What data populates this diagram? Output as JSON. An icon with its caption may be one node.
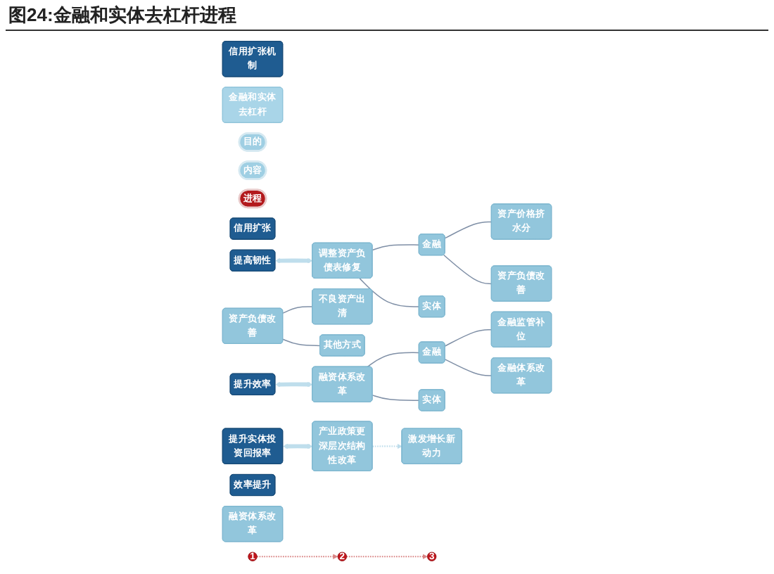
{
  "diagram": {
    "title": "图24:金融和实体去杠杆进程",
    "nodes": [
      {
        "text": [
          "信用扩张机制"
        ]
      },
      {
        "text": [
          "金融和实体去杠杆"
        ]
      },
      {
        "text": [
          "目的"
        ]
      },
      {
        "text": [
          "内容"
        ]
      },
      {
        "text": [
          "进程"
        ]
      },
      {
        "text": [
          "信用扩张"
        ]
      },
      {
        "text": [
          "提高韧性"
        ]
      },
      {
        "text": [
          "调整资产负债表修复"
        ]
      },
      {
        "text": [
          "金融"
        ]
      },
      {
        "text": [
          "资产价格挤水分"
        ]
      },
      {
        "text": [
          "资产负债改善"
        ]
      },
      {
        "text": [
          "实体"
        ]
      },
      {
        "text": [
          "资产负债改善"
        ]
      },
      {
        "text": [
          "不良资产出清"
        ]
      },
      {
        "text": [
          "其他方式"
        ]
      },
      {
        "text": [
          "1"
        ]
      },
      {
        "text": [
          "提升效率"
        ]
      },
      {
        "text": [
          "融资体系改革"
        ]
      },
      {
        "text": [
          "金融"
        ]
      },
      {
        "text": [
          "金融监管补位"
        ]
      },
      {
        "text": [
          "金融体系改革"
        ]
      },
      {
        "text": [
          "2"
        ]
      },
      {
        "text": [
          "效率提升"
        ]
      },
      {
        "text": [
          "实体"
        ]
      },
      {
        "text": [
          "融资体系改革"
        ]
      },
      {
        "text": [
          "提升实体投资回报率"
        ]
      },
      {
        "text": [
          "产业政策更深层次结构性改革"
        ]
      },
      {
        "text": [
          "激发增长新动力"
        ]
      },
      {
        "text": [
          "3"
        ]
      }
    ],
    "edges": [
      {
        "from": 6,
        "to": 7,
        "arrow": "both",
        "style": "thick",
        "color": "#bfdeec"
      },
      {
        "from": 7,
        "to": 8,
        "arrow": "none"
      },
      {
        "from": 7,
        "to": 11,
        "arrow": "none"
      },
      {
        "from": 8,
        "to": 9,
        "arrow": "none"
      },
      {
        "from": 8,
        "to": 10,
        "arrow": "none"
      },
      {
        "from": 12,
        "to": 13,
        "arrow": "none"
      },
      {
        "from": 12,
        "to": 14,
        "arrow": "none"
      },
      {
        "from": 15,
        "to": 21,
        "arrow": "to",
        "style": "dashed",
        "color": "#d98585"
      },
      {
        "from": 16,
        "to": 17,
        "arrow": "both",
        "style": "thick",
        "color": "#bfdeec"
      },
      {
        "from": 17,
        "to": 18,
        "arrow": "none"
      },
      {
        "from": 17,
        "to": 23,
        "arrow": "none"
      },
      {
        "from": 18,
        "to": 19,
        "arrow": "none"
      },
      {
        "from": 18,
        "to": 20,
        "arrow": "none"
      },
      {
        "from": 21,
        "to": 28,
        "arrow": "to",
        "style": "dashed",
        "color": "#d98585"
      },
      {
        "from": 25,
        "to": 26,
        "arrow": "both",
        "style": "thick",
        "color": "#bfdeec"
      },
      {
        "from": 26,
        "to": 27,
        "arrow": "to",
        "style": "dashed",
        "color": "#bfdeec"
      }
    ]
  }
}
